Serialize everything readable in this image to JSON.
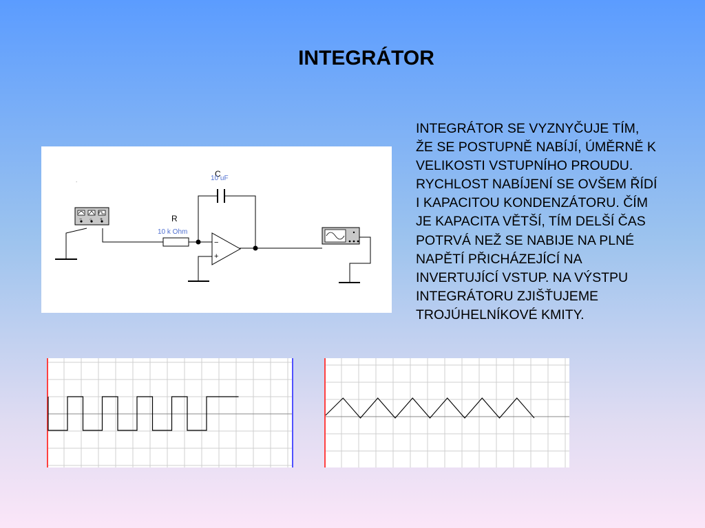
{
  "slide": {
    "title": "INTEGRÁTOR",
    "description_lines": [
      "INTEGRÁTOR SE VYZNYČUJE TÍM,",
      "ŽE SE POSTUPNĚ NABÍJÍ, ÚMĚRNĚ K",
      "VELIKOSTI VSTUPNÍHO PROUDU.",
      "RYCHLOST NABÍJENÍ SE OVŠEM ŘÍDÍ",
      "I KAPACITOU KONDENZÁTORU. ČÍM",
      "JE KAPACITA VĚTŠÍ, TÍM DELŠÍ ČAS",
      "POTRVÁ NEŽ SE NABIJE NA PLNÉ",
      "NAPĚTÍ PŘICHÁZEJÍCÍ NA",
      "INVERTUJÍCÍ VSTUP. NA VÝSTPU",
      "INTEGRÁTORU ZJIŠŤUJEME",
      "TROJÚHELNÍKOVÉ KMITY."
    ]
  },
  "circuit": {
    "capacitor_label": "C",
    "capacitor_value": "10 uF",
    "resistor_label": "R",
    "resistor_value": "10 k Ohm",
    "minus_sign": "−",
    "plus_sign": "+",
    "generator_terminals": [
      "−",
      "○",
      "+"
    ],
    "colors": {
      "value_text": "#4f6fd0",
      "wire": "#000000"
    }
  },
  "waveforms": {
    "input": {
      "shape": "square",
      "cycles": 5
    },
    "output": {
      "shape": "triangle",
      "cycles": 6
    },
    "colors": {
      "grid": "#cfcfcf",
      "axis": "#8a8a8a",
      "trace": "#000000",
      "left_edge": "#ff4040",
      "right_edge": "#5050ff"
    }
  }
}
